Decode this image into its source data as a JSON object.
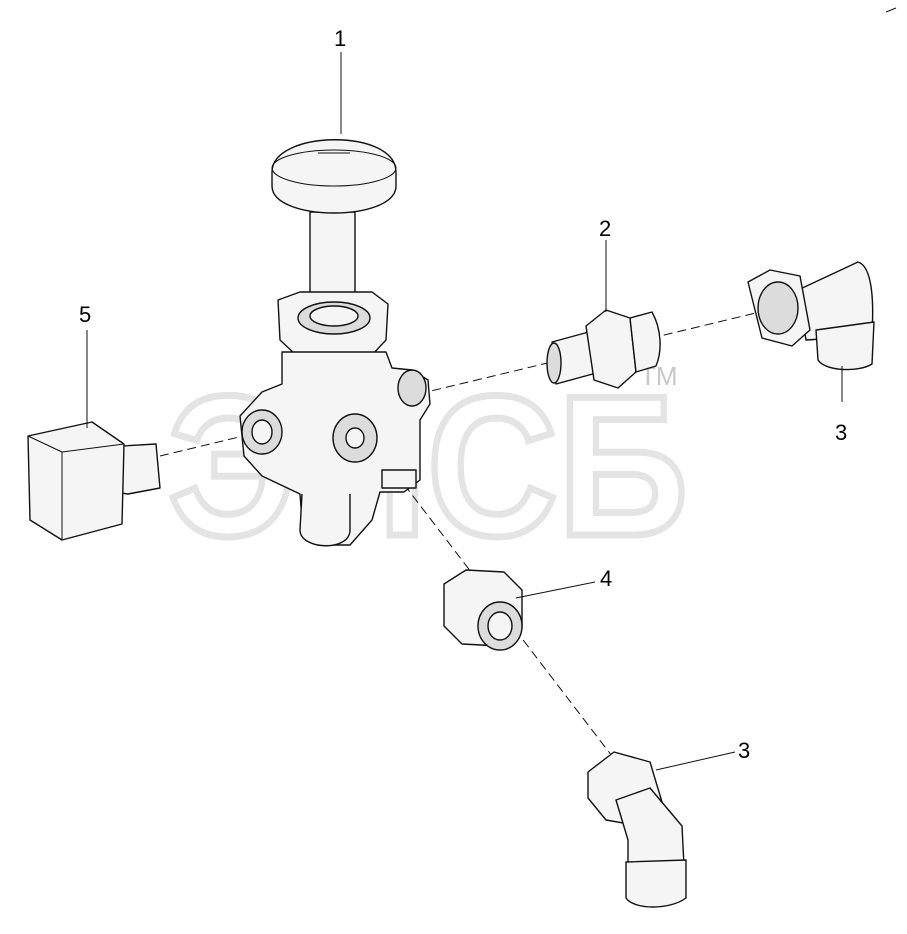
{
  "callouts": {
    "c1": "1",
    "c2": "2",
    "c3a": "3",
    "c3b": "3",
    "c4": "4",
    "c5": "5"
  },
  "watermark": {
    "text": "ЭПСБ",
    "tm": "TM"
  },
  "colors": {
    "line": "#111111",
    "watermark": "#cfcfcf",
    "part_fill": "#f5f5f5"
  }
}
